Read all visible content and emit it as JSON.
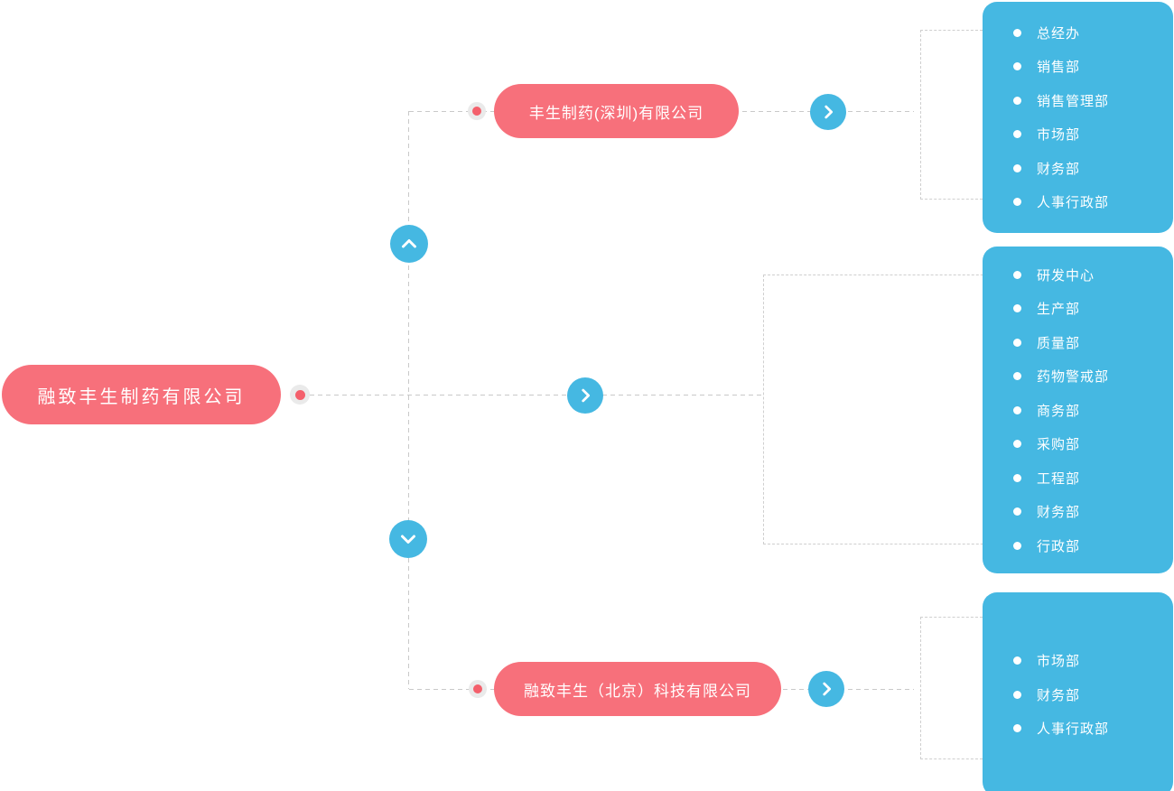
{
  "org_chart": {
    "root": {
      "label": "融致丰生制药有限公司",
      "departments": [
        "研发中心",
        "生产部",
        "质量部",
        "药物警戒部",
        "商务部",
        "采购部",
        "工程部",
        "财务部",
        "行政部"
      ]
    },
    "subsidiaries": [
      {
        "label": "丰生制药(深圳)有限公司",
        "departments": [
          "总经办",
          "销售部",
          "销售管理部",
          "市场部",
          "财务部",
          "人事行政部"
        ]
      },
      {
        "label": "融致丰生（北京）科技有限公司",
        "departments": [
          "市场部",
          "财务部",
          "人事行政部"
        ]
      }
    ]
  },
  "colors": {
    "node_pink": "#f7707b",
    "panel_blue": "#45b8e2",
    "dash_gray": "#c9c9c9",
    "dot_inner_red": "#f4606c",
    "dot_ring_gray": "#eaeaea",
    "icon_white": "#ffffff"
  }
}
